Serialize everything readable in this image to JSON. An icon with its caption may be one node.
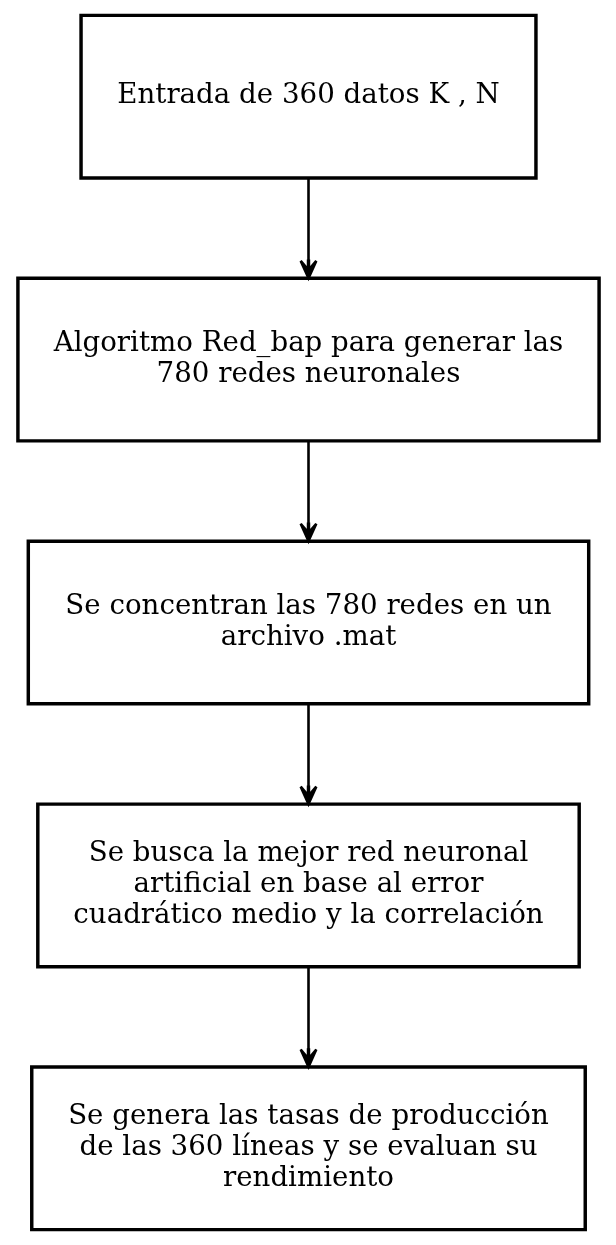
{
  "diagram": {
    "nodes": [
      {
        "text": [
          "Entrada de 360 datos K , N"
        ]
      },
      {
        "text": [
          "Algoritmo Red_bap para generar las 780 redes neuronales"
        ]
      },
      {
        "text": [
          "Se concentran las 780 redes en un archivo .mat"
        ]
      },
      {
        "text": [
          "Se busca la mejor red neuronal artificial en base al error cuadrático medio y la correlación"
        ]
      },
      {
        "text": [
          "Se genera las tasas de producción de las 360 líneas y se evaluan su rendimiento"
        ]
      }
    ],
    "edges": [
      {
        "from": 0,
        "to": 1,
        "arrow": "to"
      },
      {
        "from": 1,
        "to": 2,
        "arrow": "to"
      },
      {
        "from": 2,
        "to": 3,
        "arrow": "to"
      },
      {
        "from": 3,
        "to": 4,
        "arrow": "to"
      }
    ]
  }
}
